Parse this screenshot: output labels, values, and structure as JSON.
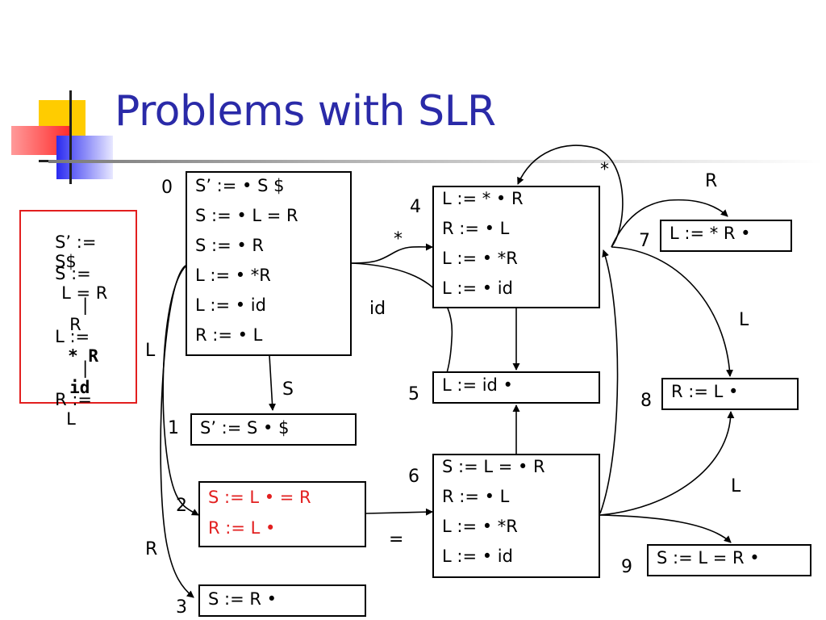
{
  "title": "Problems with SLR",
  "grammar": {
    "lines": [
      {
        "lhs": "S’ :=",
        "rhs": "S$"
      },
      {
        "lhs": "S :=",
        "rhs": "L = R"
      },
      {
        "lhs": "|",
        "rhs": "R"
      },
      {
        "lhs": "L :=",
        "rhs": "* R"
      },
      {
        "lhs": "|",
        "rhs": "id"
      },
      {
        "lhs": "R :=",
        "rhs": "L"
      }
    ]
  },
  "states": {
    "s0": {
      "num": "0",
      "items": [
        "S’ := • S $",
        "S := • L = R",
        "S := • R",
        "L := • *R",
        "L := • id",
        "R := • L"
      ]
    },
    "s1": {
      "num": "1",
      "items": [
        "S’ := S • $"
      ]
    },
    "s2": {
      "num": "2",
      "items": [
        "S := L • = R",
        "R := L •"
      ]
    },
    "s3": {
      "num": "3",
      "items": [
        "S := R •"
      ]
    },
    "s4": {
      "num": "4",
      "items": [
        "L := * • R",
        "R := • L",
        "L := • *R",
        "L := • id"
      ]
    },
    "s5": {
      "num": "5",
      "items": [
        "L := id •"
      ]
    },
    "s6": {
      "num": "6",
      "items": [
        "S := L = • R",
        "R := • L",
        "L := • *R",
        "L := • id"
      ]
    },
    "s7": {
      "num": "7",
      "items": [
        "L := * R •"
      ]
    },
    "s8": {
      "num": "8",
      "items": [
        "R := L •"
      ]
    },
    "s9": {
      "num": "9",
      "items": [
        "S := L = R •"
      ]
    }
  },
  "edge_labels": {
    "star_0_4": "*",
    "id_0_5": "id",
    "S_0_1": "S",
    "L_0_2": "L",
    "R_0_3": "R",
    "eq_2_6": "=",
    "star_4_4": "*",
    "R_4_7": "R",
    "L_4_8": "L",
    "L_6_8": "L"
  },
  "colors": {
    "title": "#2a2aa8",
    "highlight": "#e21f1f"
  }
}
